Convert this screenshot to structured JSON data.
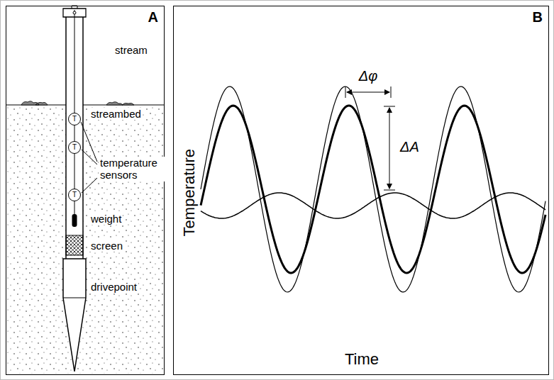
{
  "diagram": {
    "nodes": [
      {
        "text": [
          "A"
        ]
      },
      {
        "text": [
          "T"
        ],
        "in": 0
      },
      {
        "text": [
          "T"
        ],
        "in": 0
      },
      {
        "text": [
          "T"
        ],
        "in": 0
      },
      {
        "text": [
          "B"
        ]
      }
    ],
    "labels": [
      "stream",
      "streambed",
      "temperature sensors",
      "weight",
      "screen",
      "drivepoint",
      "Δφ",
      "ΔA",
      "Temperature",
      "Time"
    ]
  }
}
